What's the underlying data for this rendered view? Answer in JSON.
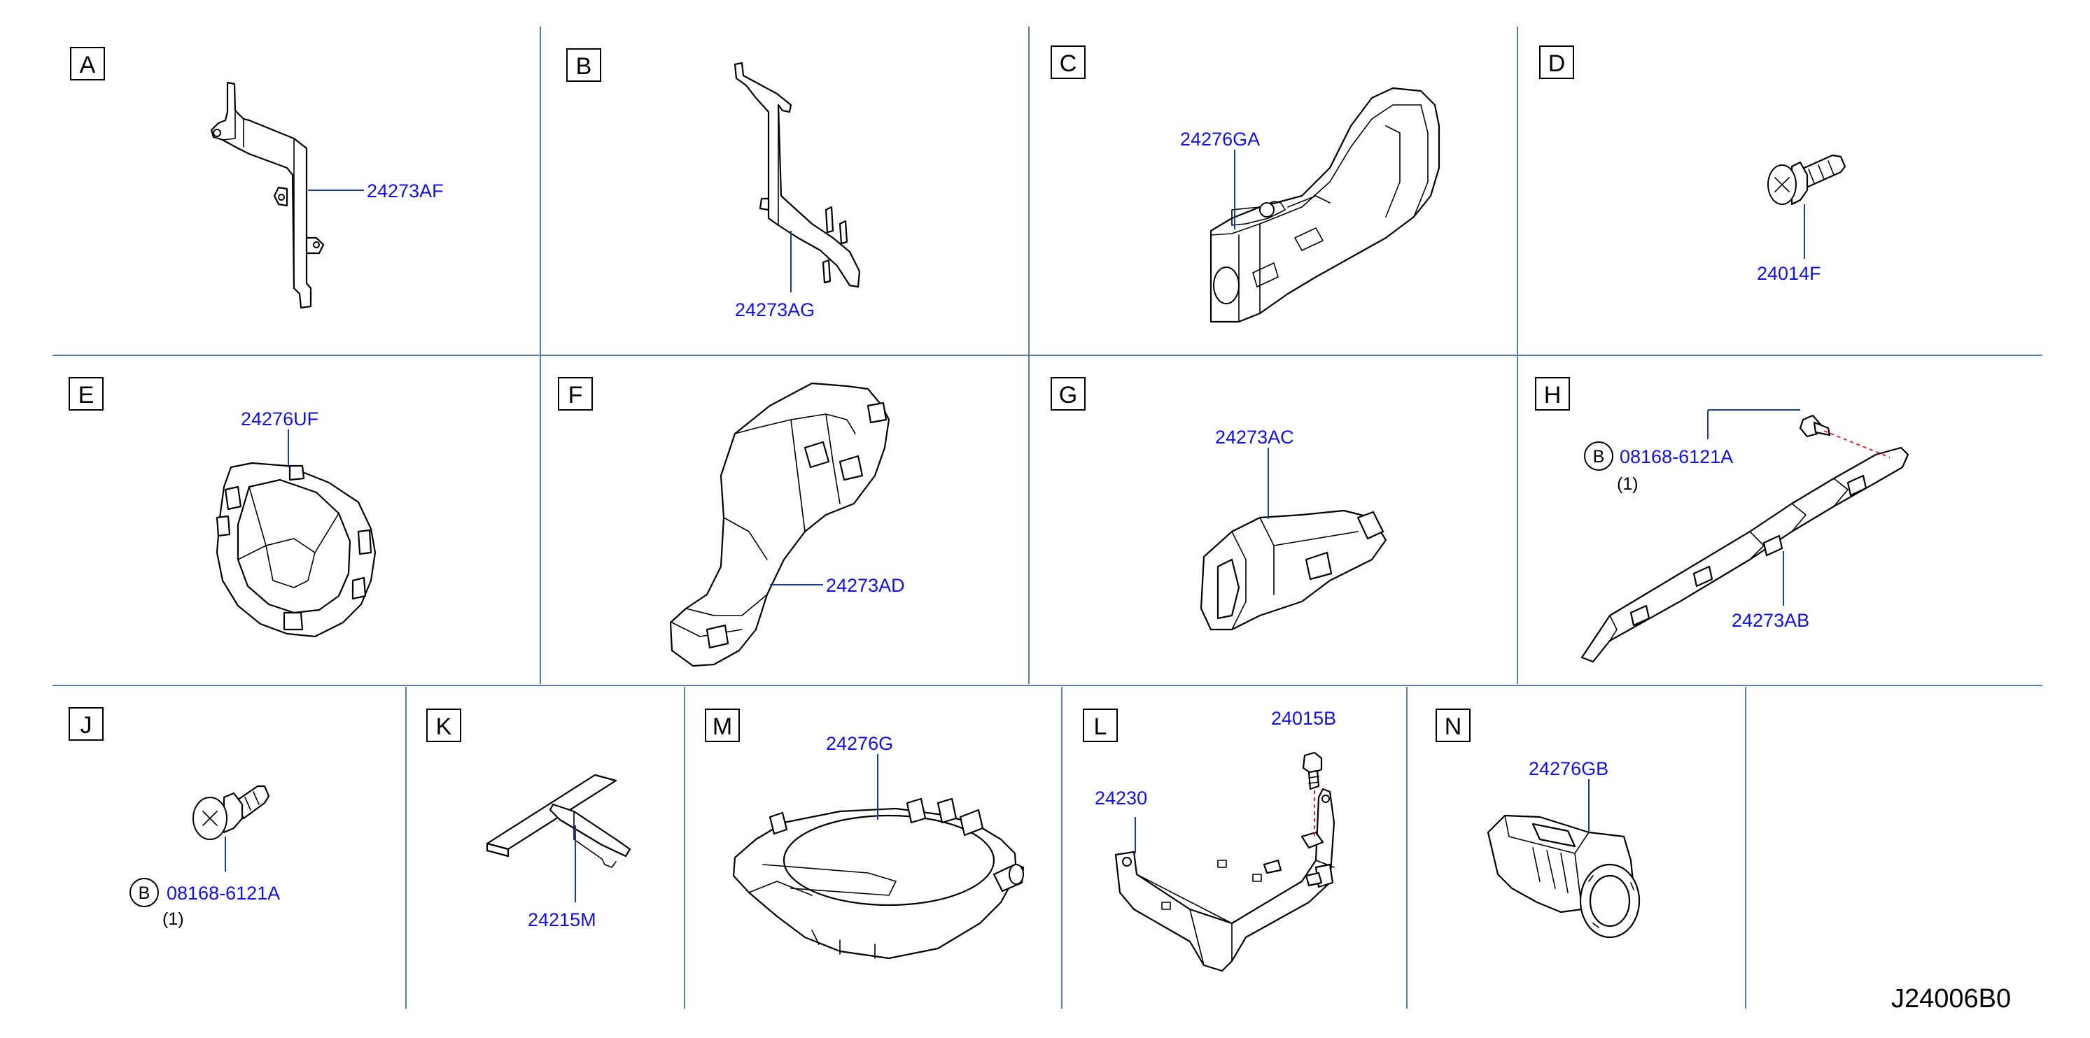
{
  "diagram_code": "J24006B0",
  "panels": [
    {
      "letter": "A",
      "part_number": "24273AF"
    },
    {
      "letter": "B",
      "part_number": "24273AG"
    },
    {
      "letter": "C",
      "part_number": "24276GA"
    },
    {
      "letter": "D",
      "part_number": "24014F"
    },
    {
      "letter": "E",
      "part_number": "24276UF"
    },
    {
      "letter": "F",
      "part_number": "24273AD"
    },
    {
      "letter": "G",
      "part_number": "24273AC"
    },
    {
      "letter": "H",
      "part_number": "24273AB",
      "bolt": {
        "prefix": "B",
        "part_number": "08168-6121A",
        "qty": "(1)"
      }
    },
    {
      "letter": "J",
      "bolt": {
        "prefix": "B",
        "part_number": "08168-6121A",
        "qty": "(1)"
      }
    },
    {
      "letter": "K",
      "part_number": "24215M"
    },
    {
      "letter": "M",
      "part_number": "24276G"
    },
    {
      "letter": "L",
      "part_number": "24230",
      "bolt_part_number": "24015B"
    },
    {
      "letter": "N",
      "part_number": "24276GB"
    }
  ]
}
